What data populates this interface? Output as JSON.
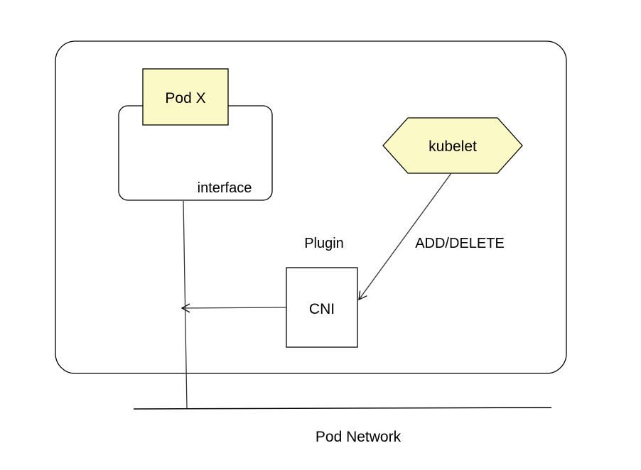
{
  "diagram": {
    "pod_label": "Pod X",
    "interface_label": "interface",
    "kubelet_label": "kubelet",
    "plugin_label": "Plugin",
    "cni_label": "CNI",
    "edge_label": "ADD/DELETE",
    "network_label": "Pod Network"
  },
  "colors": {
    "pod_fill": "#fbf9c6",
    "kubelet_fill": "#fbf9c6",
    "stroke": "#000000",
    "link": "#333333"
  }
}
